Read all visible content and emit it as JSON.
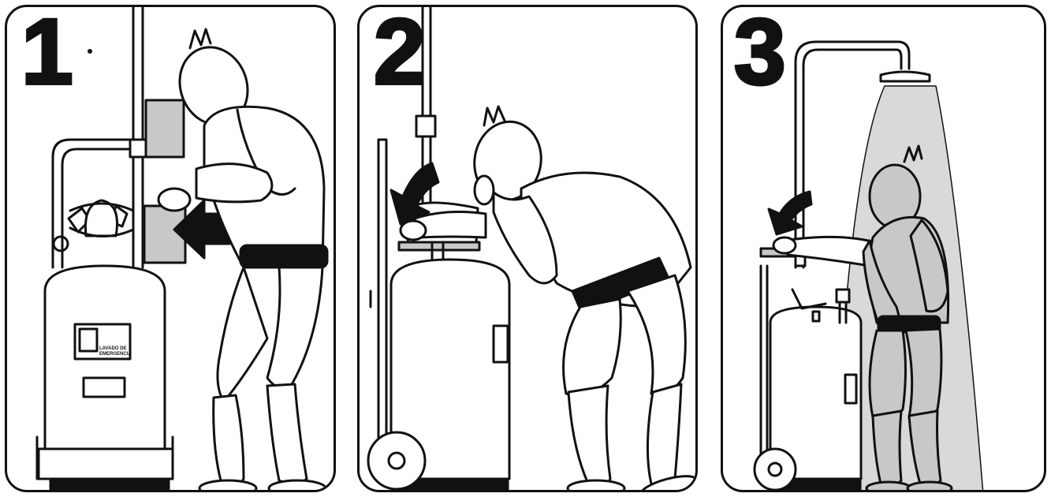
{
  "steps": [
    {
      "number": "1",
      "scene": "locate-and-push-activation-panel"
    },
    {
      "number": "2",
      "scene": "pull-eyewash-cover-and-rinse-eyes"
    },
    {
      "number": "3",
      "scene": "pull-lever-for-overhead-shower"
    }
  ],
  "sign_text": [
    "LAVADO DE",
    "EMERGENCIA"
  ],
  "colors": {
    "outline": "#111111",
    "panel_fill": "#ffffff",
    "gray_fill": "#c8c8c8",
    "shower_mist": "#d9d9d9",
    "belt": "#111111"
  }
}
